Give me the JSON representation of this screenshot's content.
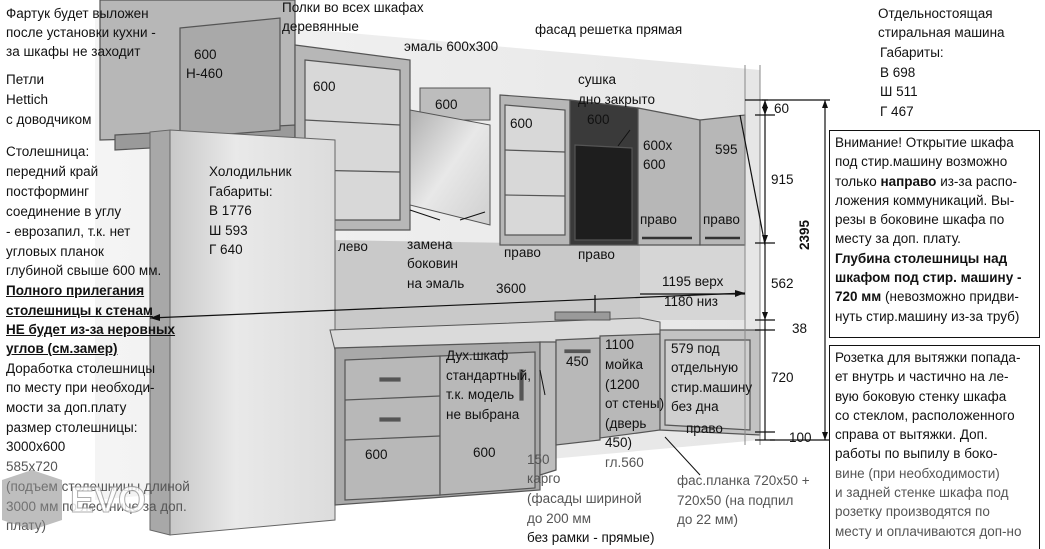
{
  "left_notes": {
    "apron": [
      "Фартук будет выложен",
      "после установки кухни -",
      "за шкафы не заходит"
    ],
    "hinges": [
      "Петли",
      "Hettich",
      "с доводчиком"
    ],
    "worktop": [
      "Столешница:",
      "передний край",
      "постформинг",
      "соединение в углу",
      "- еврозапил, т.к. нет",
      "угловых планок",
      "глубиной свыше 600 мм."
    ],
    "wall_fit_bold": [
      "Полного прилегания",
      "столешницы к стенам",
      "НЕ будет из-за неровных",
      "углов (см.замер)"
    ],
    "extra": [
      "Доработка столешницы",
      "по месту при необходи-",
      "мости за доп.плату",
      "размер столешницы:",
      "3000х600"
    ],
    "extra_gray": [
      "585х720",
      "(подъем столешницы длиной",
      "3000 мм по лестнице за доп.",
      "плату)"
    ]
  },
  "top_labels": {
    "shelves": [
      "Полки во всех шкафах",
      "деревянные"
    ],
    "enamel": "эмаль 600х300",
    "grid_facade": "фасад решетка прямая",
    "dryer": [
      "сушка",
      "дно закрыто"
    ]
  },
  "washer_spec": [
    "Отдельностоящая",
    "стиральная машина",
    "Габариты:",
    "В 698",
    "Ш 511",
    "Г 467"
  ],
  "fridge": [
    "Холодильник",
    "Габариты:",
    "В 1776",
    "Ш 593",
    "Г 640"
  ],
  "cabinet_labels": {
    "upper_1": [
      "600",
      "Н-460"
    ],
    "upper_2": "600",
    "hood_600": "600",
    "upper_3": "600",
    "dryer_600": "600",
    "corner_1": [
      "600х",
      "600"
    ],
    "corner_2": "595",
    "right_1": "право",
    "right_2": "право",
    "left": "лево",
    "right_3": "право",
    "right_4": "право",
    "side_replace": [
      "замена",
      "боковин",
      "на эмаль"
    ],
    "lower_1": "600",
    "lower_2": "600",
    "lower_450": "450",
    "sink": [
      "1100",
      "мойка",
      "(1200",
      "от стены)",
      "(дверь",
      "450)"
    ],
    "sink_gray": "гл.560",
    "washer_cab": [
      "579 под",
      "отдельную",
      "стир.машину",
      "без дна"
    ],
    "washer_right": "право",
    "oven": [
      "Дух.шкаф",
      "стандартный,",
      "т.к. модель",
      "не выбрана"
    ],
    "cargo_gray": [
      "150",
      "карго",
      "(фасады шириной",
      "до 200 мм"
    ],
    "cargo_black": "без рамки - прямые)",
    "plank_gray": [
      "фас.планка 720х50 +",
      "720х50 (на подпил",
      "до 22 мм)"
    ]
  },
  "dimensions": {
    "d3600": "3600",
    "d1195": "1195 верх",
    "d1180": "1180 низ",
    "d60": "60",
    "d915": "915",
    "d562": "562",
    "d38": "38",
    "d720": "720",
    "d100": "100",
    "d2395": "2395"
  },
  "warning_box": {
    "pre": "Внимание! Открытие шкафа",
    "l2": "под стир.машину возможно",
    "l3a": "только ",
    "l3b": "направо",
    "l3c": " из-за распо-",
    "l4": "ложения коммуникаций. Вы-",
    "l5": "резы в боковине шкафа по",
    "l6": "месту за доп. плату.",
    "bold": [
      "Глубина столешницы над",
      "шкафом под стир. машину -"
    ],
    "l9a": "720 мм",
    "l9b": " (невозможно придви-",
    "l10": "нуть стир.машину из-за труб)"
  },
  "socket_box": {
    "black": [
      "Розетка для вытяжки попада-",
      "ет внутрь и  частично на ле-",
      "вую боковую стенку шкафа",
      "со стеклом, расположенного",
      "справа от вытяжки. Доп.",
      "работы по выпилу в боко-"
    ],
    "gray": [
      "вине (при необходимости)",
      "и задней стенке шкафа под",
      "розетку производятся по",
      "месту и оплачиваются доп-но"
    ]
  },
  "logo_text": "EVO"
}
